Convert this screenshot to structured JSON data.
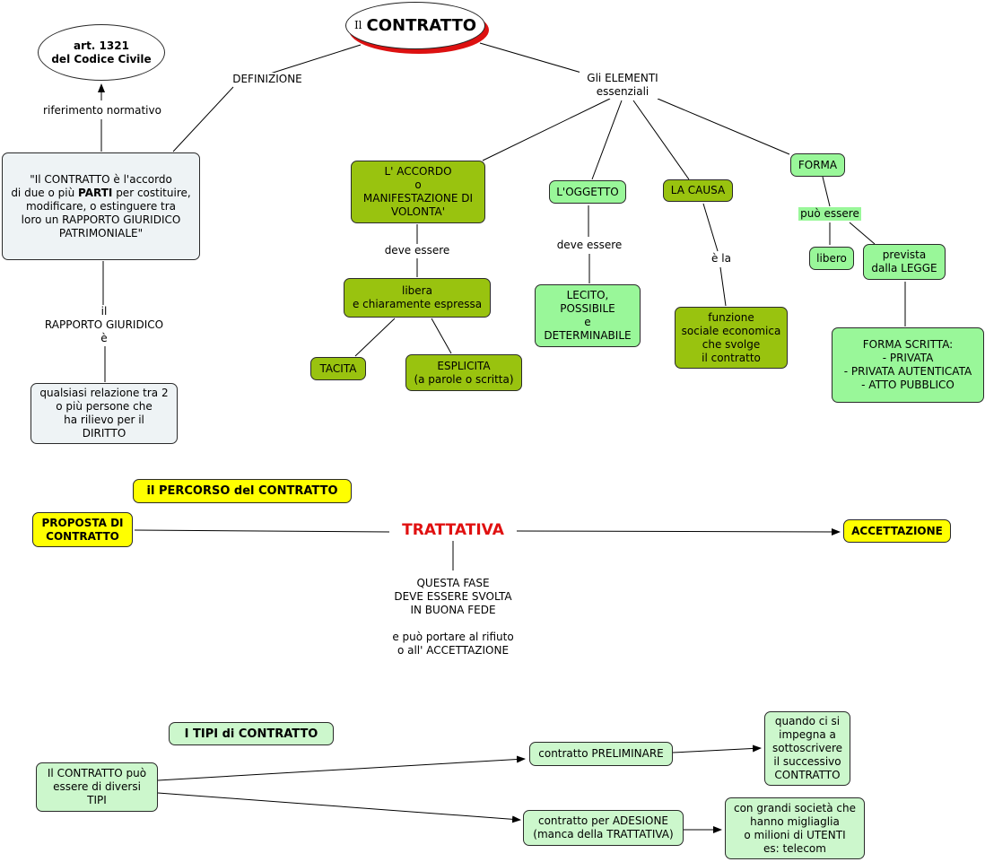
{
  "title": {
    "prefix": "Il",
    "main": "CONTRATTO"
  },
  "article": "art. 1321\ndel Codice Civile",
  "links": {
    "definizione": "DEFINIZIONE",
    "elementi": "Gli ELEMENTI\nessenziali",
    "riferimento": "riferimento normativo",
    "rapporto": "il\nRAPPORTO GIURIDICO\nè",
    "deve_essere_1": "deve essere",
    "deve_essere_2": "deve essere",
    "e_la": "è la",
    "puo_essere": "può essere"
  },
  "definition": {
    "before": "\"Il CONTRATTO è l'accordo\ndi due o più ",
    "bold": "PARTI",
    "after": " per costituire,\nmodificare, o estinguere tra\nloro un RAPPORTO GIURIDICO\nPATRIMONIALE\""
  },
  "relation": "qualsiasi relazione tra 2\no più persone che\nha rilievo per il\nDIRITTO",
  "elements": {
    "accordo": "L' ACCORDO\no\nMANIFESTAZIONE DI\nVOLONTA'",
    "oggetto": "L'OGGETTO",
    "causa": "LA CAUSA",
    "forma": "FORMA"
  },
  "accordo_detail": {
    "libera": "libera\ne  chiaramente espressa",
    "tacita": "TACITA",
    "esplicita": "ESPLICITA\n(a parole o scritta)"
  },
  "oggetto_detail": "LECITO,\nPOSSIBILE\ne\nDETERMINABILE",
  "causa_detail": "funzione\nsociale economica\nche svolge\nil contratto",
  "forma_detail": {
    "libero": "libero",
    "prevista": "prevista\ndalla LEGGE",
    "scritta": "FORMA SCRITTA:\n- PRIVATA\n- PRIVATA AUTENTICATA\n- ATTO PUBBLICO"
  },
  "percorso": {
    "heading": "il PERCORSO del CONTRATTO",
    "proposta": "PROPOSTA DI\nCONTRATTO",
    "trattativa": "TRATTATIVA",
    "accettazione": "ACCETTAZIONE",
    "note": "QUESTA FASE\nDEVE ESSERE SVOLTA\nIN BUONA FEDE\n\ne può portare al rifiuto\no all' ACCETTAZIONE"
  },
  "tipi": {
    "heading": "I TIPI di CONTRATTO",
    "root": "Il CONTRATTO può\nessere di diversi\nTIPI",
    "preliminare": "contratto PRELIMINARE",
    "preliminare_desc": "quando ci si\nimpegna a\nsottoscrivere\nil successivo\nCONTRATTO",
    "adesione": "contratto per ADESIONE\n(manca della TRATTATIVA)",
    "adesione_desc": "con grandi società che\nhanno migliaglia\no milioni di UTENTI\nes: telecom"
  },
  "colors": {
    "olive": "#99c30f",
    "mint": "#99f799",
    "pale": "#ccf7cc",
    "grey": "#eef3f5",
    "yellow": "#ffff00",
    "trattativa": "#e01010",
    "title_shadow": "#dd1111"
  }
}
